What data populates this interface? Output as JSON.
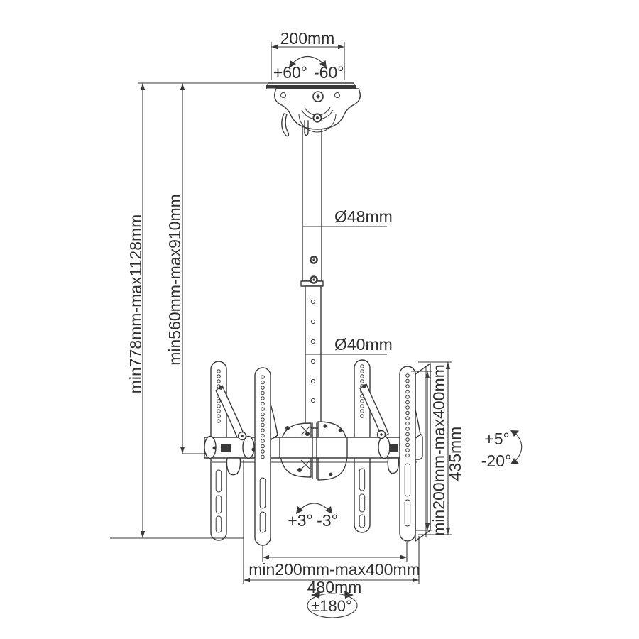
{
  "colors": {
    "background": "#ffffff",
    "line": "#3a3a3a",
    "text": "#2f2f2f"
  },
  "labels": {
    "ceiling_plate_width": "200mm",
    "swivel_top_plus": "+60°",
    "swivel_top_minus": "-60°",
    "pole_upper_diameter": "Ø48mm",
    "pole_lower_diameter": "Ø40mm",
    "height_range_outer": "min778mm-max1128mm",
    "height_range_inner": "min560mm-max910mm",
    "vesa_height_range": "min200mm-max400mm",
    "bracket_height": "435mm",
    "tilt_up": "+5°",
    "tilt_down": "-20°",
    "swivel_bottom_plus": "+3°",
    "swivel_bottom_minus": "-3°",
    "vesa_width_range": "min200mm-max400mm",
    "crossbar_width": "480mm",
    "rotation_range": "±180°"
  }
}
